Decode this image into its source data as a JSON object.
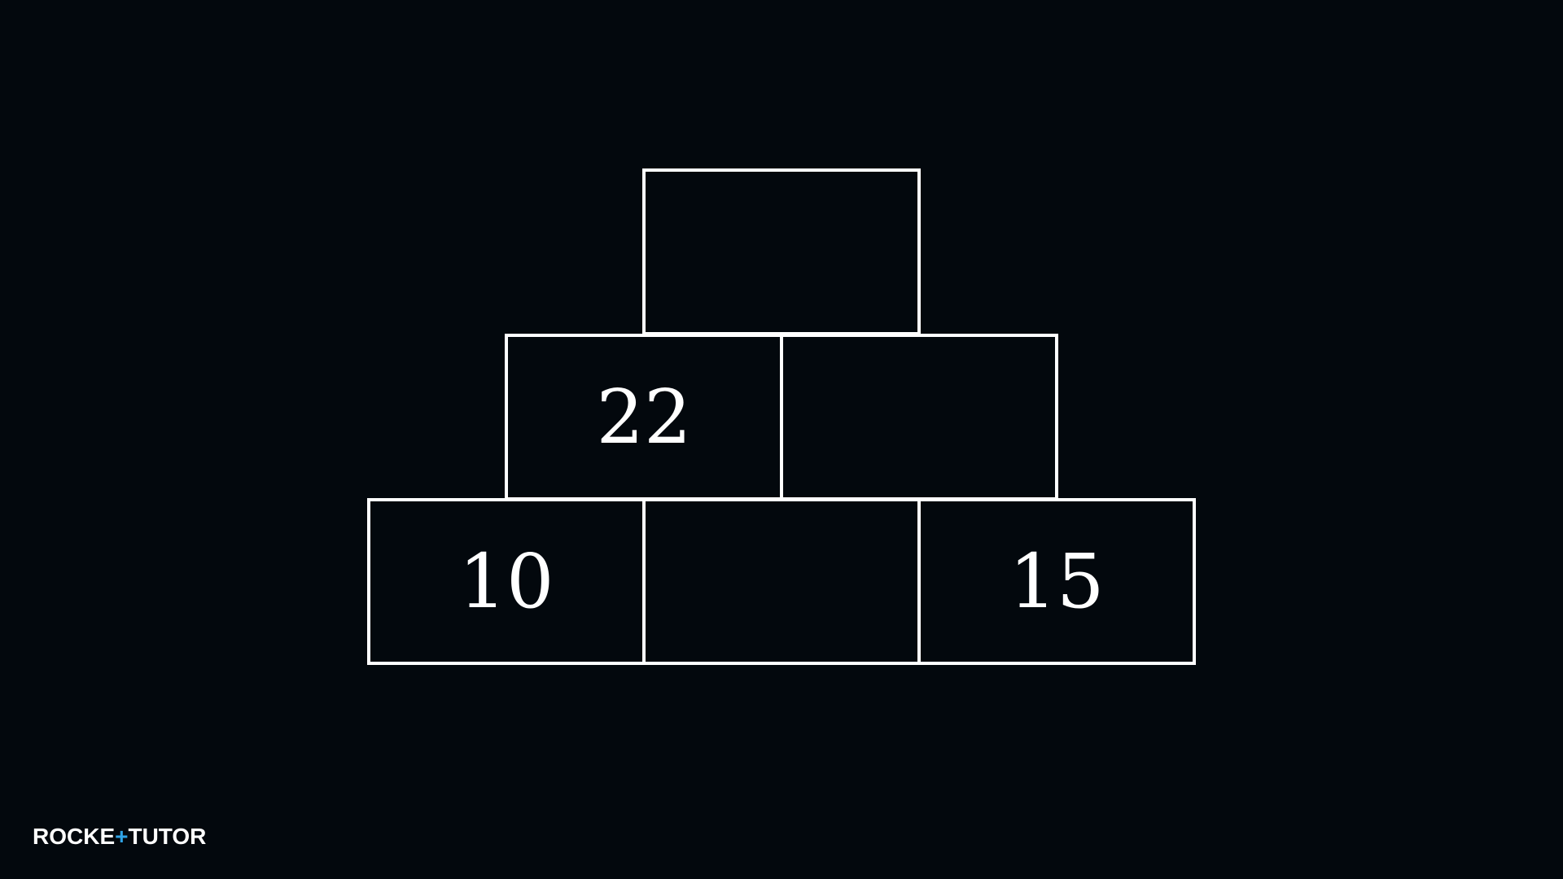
{
  "pyramid": {
    "top": "",
    "middle_left": "22",
    "middle_right": "",
    "bottom_left": "10",
    "bottom_middle": "",
    "bottom_right": "15"
  },
  "logo": {
    "text_left": "ROCKE",
    "plus": "+",
    "text_right": "TUTOR"
  },
  "colors": {
    "background": "#03080d",
    "stroke": "#ffffff",
    "text": "#ffffff",
    "logo_accent": "#2fa4e7"
  }
}
